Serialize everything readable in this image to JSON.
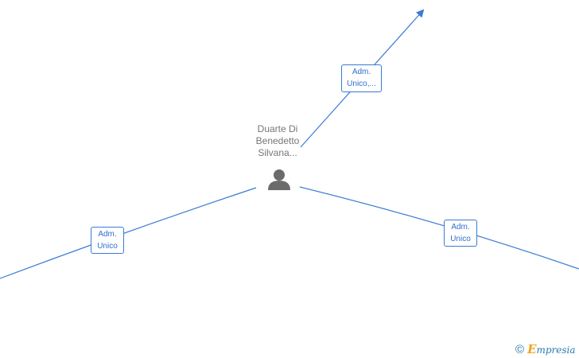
{
  "person": {
    "name_lines": [
      "Duarte Di",
      "Benedetto",
      "Silvana..."
    ],
    "icon": "person-icon"
  },
  "edges": {
    "top": {
      "label_lines": [
        "Adm.",
        "Unico,..."
      ]
    },
    "left": {
      "label_lines": [
        "Adm.",
        "Unico"
      ]
    },
    "right": {
      "label_lines": [
        "Adm.",
        "Unico"
      ]
    }
  },
  "footer": {
    "copyright_symbol": "©",
    "brand_initial": "E",
    "brand_rest": "mpresia"
  },
  "colors": {
    "edge": "#3a7bd5",
    "person_icon": "#6b6b6b",
    "name_text": "#777777",
    "brand": "#2a7ab0",
    "brand_accent": "#f0a020"
  }
}
